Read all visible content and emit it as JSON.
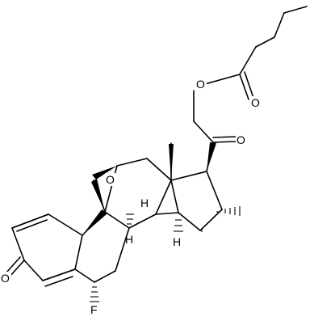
{
  "atoms": {
    "ester_o": "O",
    "ester_carbonyl_o": "O",
    "ketone_o": "O",
    "epoxide_o": "O",
    "enone_o": "O",
    "fluorine": "F",
    "h_8": "H",
    "h_9": "H",
    "h_14": "H"
  }
}
